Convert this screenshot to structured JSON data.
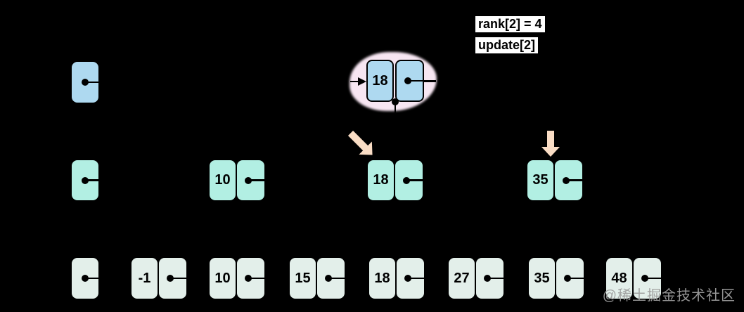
{
  "annotation": {
    "rank_label": "rank[2] = 4",
    "update_label": "update[2]"
  },
  "watermark": "@稀土掘金技术社区",
  "colors": {
    "background": "#000000",
    "level3_node": "#AED9F0",
    "level2_node": "#B2EFE3",
    "level1_node": "#E3EFEA",
    "highlight_blob": "#F7E6F2",
    "arrow": "#FADDC5",
    "label_bg": "#FFFFFF",
    "pointer": "#000000"
  },
  "skiplist": {
    "levels": [
      {
        "name": "level-3",
        "nodes": [
          {
            "type": "head"
          },
          {
            "type": "node",
            "value": "18",
            "highlighted": true
          }
        ]
      },
      {
        "name": "level-2",
        "nodes": [
          {
            "type": "head"
          },
          {
            "type": "node",
            "value": "10"
          },
          {
            "type": "node",
            "value": "18"
          },
          {
            "type": "node",
            "value": "35"
          }
        ]
      },
      {
        "name": "level-1",
        "nodes": [
          {
            "type": "head"
          },
          {
            "type": "node",
            "value": "-1"
          },
          {
            "type": "node",
            "value": "10"
          },
          {
            "type": "node",
            "value": "15"
          },
          {
            "type": "node",
            "value": "18"
          },
          {
            "type": "node",
            "value": "27"
          },
          {
            "type": "node",
            "value": "35"
          },
          {
            "type": "node",
            "value": "48"
          }
        ]
      }
    ]
  }
}
